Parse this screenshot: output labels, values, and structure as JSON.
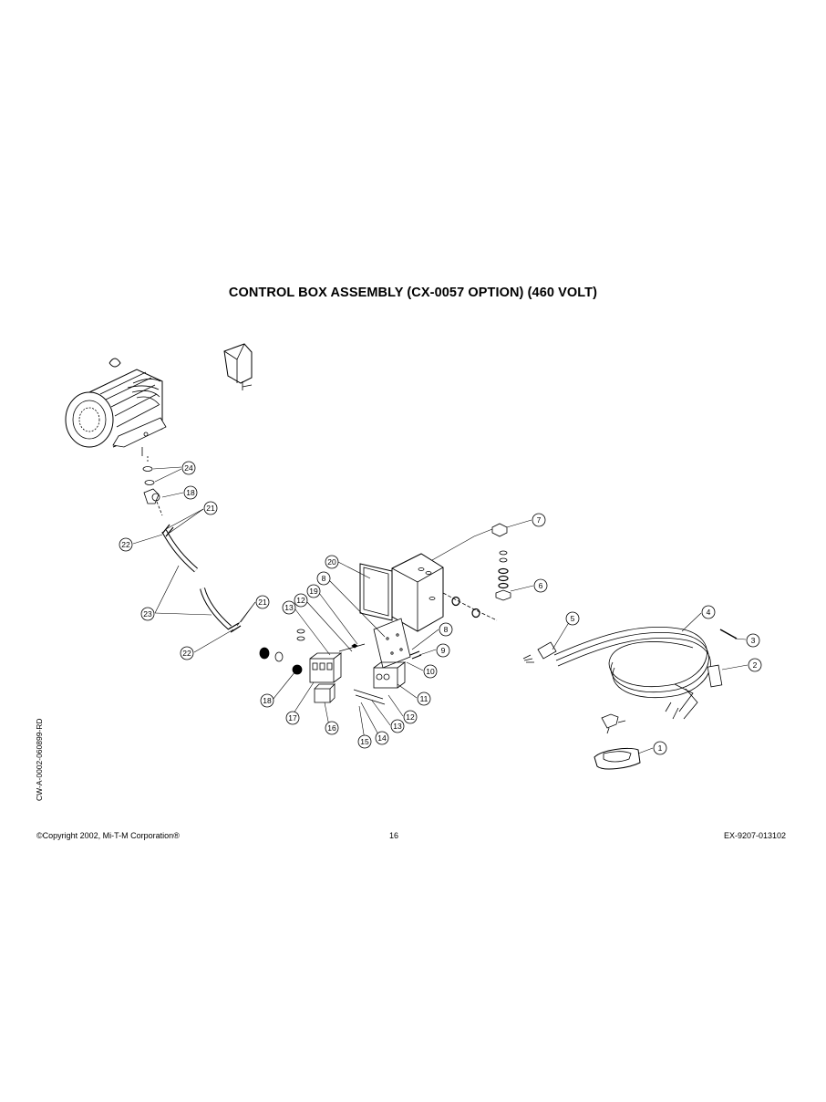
{
  "page": {
    "title": "CONTROL BOX ASSEMBLY (CX-0057 OPTION) (460 VOLT)",
    "side_code": "CW-A-0002-060899-RD",
    "footer": {
      "copyright": "©Copyright  2002, Mi-T-M Corporation®",
      "page_number": "16",
      "doc_code": "EX-9207-013102"
    }
  },
  "callouts": [
    {
      "id": "c24",
      "label": "24"
    },
    {
      "id": "c18a",
      "label": "18"
    },
    {
      "id": "c21a",
      "label": "21"
    },
    {
      "id": "c22a",
      "label": "22"
    },
    {
      "id": "c23",
      "label": "23"
    },
    {
      "id": "c21b",
      "label": "21"
    },
    {
      "id": "c22b",
      "label": "22"
    },
    {
      "id": "c20",
      "label": "20"
    },
    {
      "id": "c8a",
      "label": "8"
    },
    {
      "id": "c19",
      "label": "19"
    },
    {
      "id": "c12a",
      "label": "12"
    },
    {
      "id": "c13a",
      "label": "13"
    },
    {
      "id": "c8b",
      "label": "8"
    },
    {
      "id": "c9",
      "label": "9"
    },
    {
      "id": "c10",
      "label": "10"
    },
    {
      "id": "c11",
      "label": "11"
    },
    {
      "id": "c12b",
      "label": "12"
    },
    {
      "id": "c13b",
      "label": "13"
    },
    {
      "id": "c14",
      "label": "14"
    },
    {
      "id": "c15",
      "label": "15"
    },
    {
      "id": "c16",
      "label": "16"
    },
    {
      "id": "c17",
      "label": "17"
    },
    {
      "id": "c18b",
      "label": "18"
    },
    {
      "id": "c7",
      "label": "7"
    },
    {
      "id": "c6",
      "label": "6"
    },
    {
      "id": "c5",
      "label": "5"
    },
    {
      "id": "c4",
      "label": "4"
    },
    {
      "id": "c3",
      "label": "3"
    },
    {
      "id": "c2",
      "label": "2"
    },
    {
      "id": "c1",
      "label": "1"
    }
  ]
}
